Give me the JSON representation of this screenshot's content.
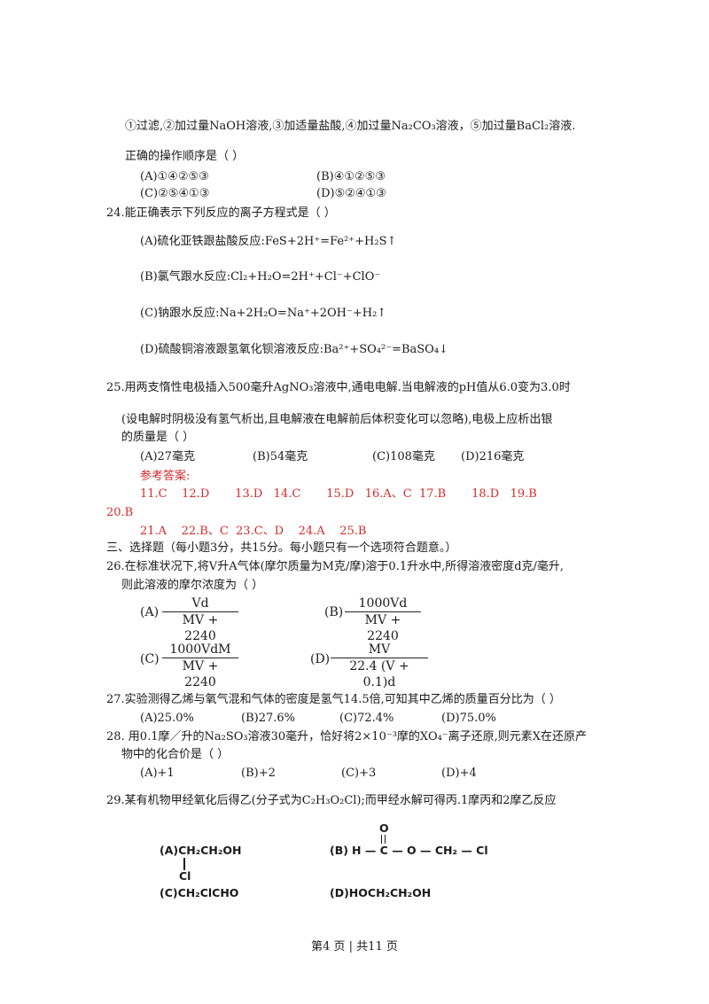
{
  "q23": {
    "ops": "①过滤,②加过量NaOH溶液,③加适量盐酸,④加过量Na₂CO₃溶液，⑤加过量BaCl₂溶液.",
    "stem": "正确的操作顺序是（    ）",
    "A": "(A)①④②⑤③",
    "B": "(B)④①②⑤③",
    "C": "(C)②⑤④①③",
    "D": "(D)⑤②④①③"
  },
  "q24": {
    "stem": "24.能正确表示下列反应的离子方程式是（    ）",
    "A": "(A)硫化亚铁跟盐酸反应:FeS+2H⁺=Fe²⁺+H₂S↑",
    "B": "(B)氯气跟水反应:Cl₂+H₂O=2H⁺+Cl⁻+ClO⁻",
    "C": "(C)钠跟水反应:Na+2H₂O=Na⁺+2OH⁻+H₂↑",
    "D": "(D)硫酸铜溶液跟氢氧化钡溶液反应:Ba²⁺+SO₄²⁻=BaSO₄↓"
  },
  "q25": {
    "line1": "25.用两支惰性电极插入500毫升AgNO₃溶液中,通电电解.当电解液的pH值从6.0变为3.0时",
    "line2": "(设电解时阴极没有氢气析出,且电解液在电解前后体积变化可以忽略),电极上应析出银",
    "line3": "的质量是（    ）",
    "A": "(A)27毫克",
    "B": "(B)54毫克",
    "C": "(C)108毫克",
    "D": "(D)216毫克"
  },
  "answers": {
    "title": "参考答案:",
    "row1": "11.C    12.D       13.D   14.C       15.D   16.A、C  17.B       18.D   19.B",
    "row2": "20.B",
    "row3": "21.A    22.B、C  23.C、D    24.A    25.B"
  },
  "section3": "三、选择题（每小题3分，共15分。每小题只有一个选项符合题意。）",
  "q26": {
    "line1": "26.在标准状况下,将V升A气体(摩尔质量为M克/摩)溶于0.1升水中,所得溶液密度d克/毫升,",
    "line2": "则此溶液的摩尔浓度为（    ）",
    "A": {
      "label": "(A)",
      "num": "Vd",
      "den": "MV + 2240"
    },
    "B": {
      "label": "(B)",
      "num": "1000Vd",
      "den": "MV + 2240"
    },
    "C": {
      "label": "(C)",
      "num": "1000VdM",
      "den": "MV + 2240"
    },
    "D": {
      "label": "(D)",
      "num": "MV",
      "den": "22.4 (V + 0.1)d"
    }
  },
  "q27": {
    "stem": "27.实验测得乙烯与氧气混和气体的密度是氢气14.5倍,可知其中乙烯的质量百分比为（    ）",
    "A": "(A)25.0%",
    "B": "(B)27.6%",
    "C": "(C)72.4%",
    "D": "(D)75.0%"
  },
  "q28": {
    "line1": "28.  用0.1摩／升的Na₂SO₃溶液30毫升，恰好将2×10⁻³摩的XO₄⁻离子还原,则元素X在还原产",
    "line2": "物中的化合价是（    ）",
    "A": "(A)+1",
    "B": "(B)+2",
    "C": "(C)+3",
    "D": "(D)+4"
  },
  "q29": {
    "stem": "29.某有机物甲经氧化后得乙(分子式为C₂H₃O₂Cl);而甲经水解可得丙.1摩丙和2摩乙反应",
    "A": "(A)CH₂CH₂OH",
    "A_branch": "Cl",
    "B_label": "(B)",
    "B_formula": "H — C — O — CH₂ — Cl",
    "B_top": "O",
    "C": "(C)CH₂ClCHO",
    "D": "(D)HOCH₂CH₂OH"
  },
  "footer": "第4 页  |  共11 页"
}
